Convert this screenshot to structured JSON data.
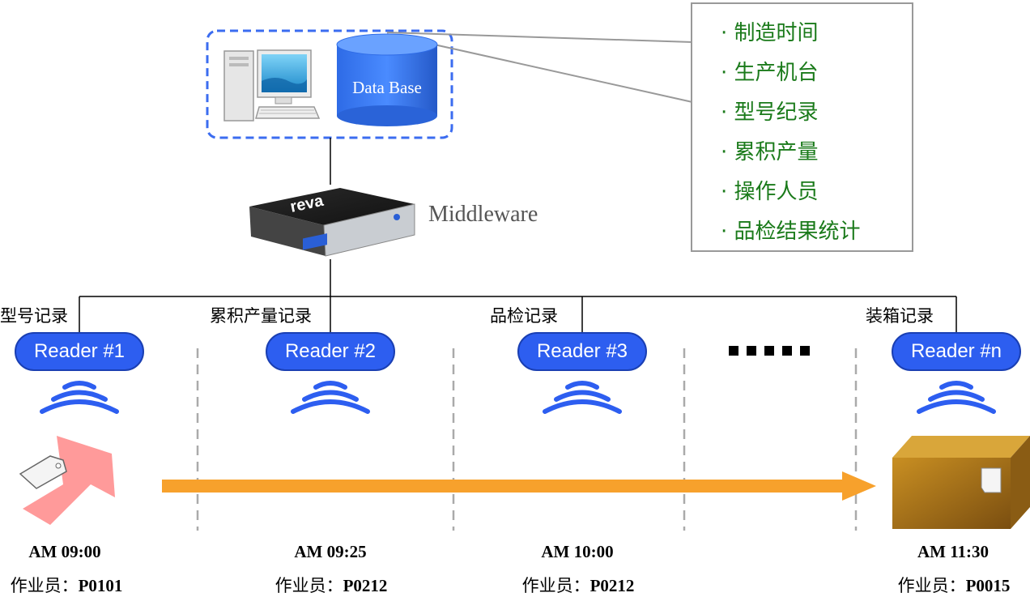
{
  "database": {
    "label": "Data Base"
  },
  "middleware": {
    "label": "Middleware"
  },
  "info_box": {
    "items": [
      "· 制造时间",
      "· 生产机台",
      "· 型号纪录",
      "· 累积产量",
      "· 操作人员",
      "· 品检结果统计"
    ]
  },
  "stations": [
    {
      "record": "型号记录",
      "reader": "Reader #1",
      "time": "AM 09:00",
      "operator_prefix": "作业员：",
      "operator_code": "P0101"
    },
    {
      "record": "累积产量记录",
      "reader": "Reader #2",
      "time": "AM 09:25",
      "operator_prefix": "作业员：",
      "operator_code": "P0212"
    },
    {
      "record": "品检记录",
      "reader": "Reader #3",
      "time": "AM 10:00",
      "operator_prefix": "作业员：",
      "operator_code": "P0212"
    },
    {
      "record": "装箱记录",
      "reader": "Reader #n",
      "time": "AM 11:30",
      "operator_prefix": "作业员：",
      "operator_code": "P0015"
    }
  ],
  "colors": {
    "reader_fill": "#2d5ef0",
    "wave": "#2d5ef0",
    "arrow": "#f7a12c",
    "info_text": "#1a7a1a",
    "dashed_border": "#3b6cf0"
  },
  "icons": [
    "computer-icon",
    "database-icon",
    "middleware-device-icon",
    "rfid-tag-icon",
    "package-box-icon",
    "wireless-signal-icon"
  ]
}
